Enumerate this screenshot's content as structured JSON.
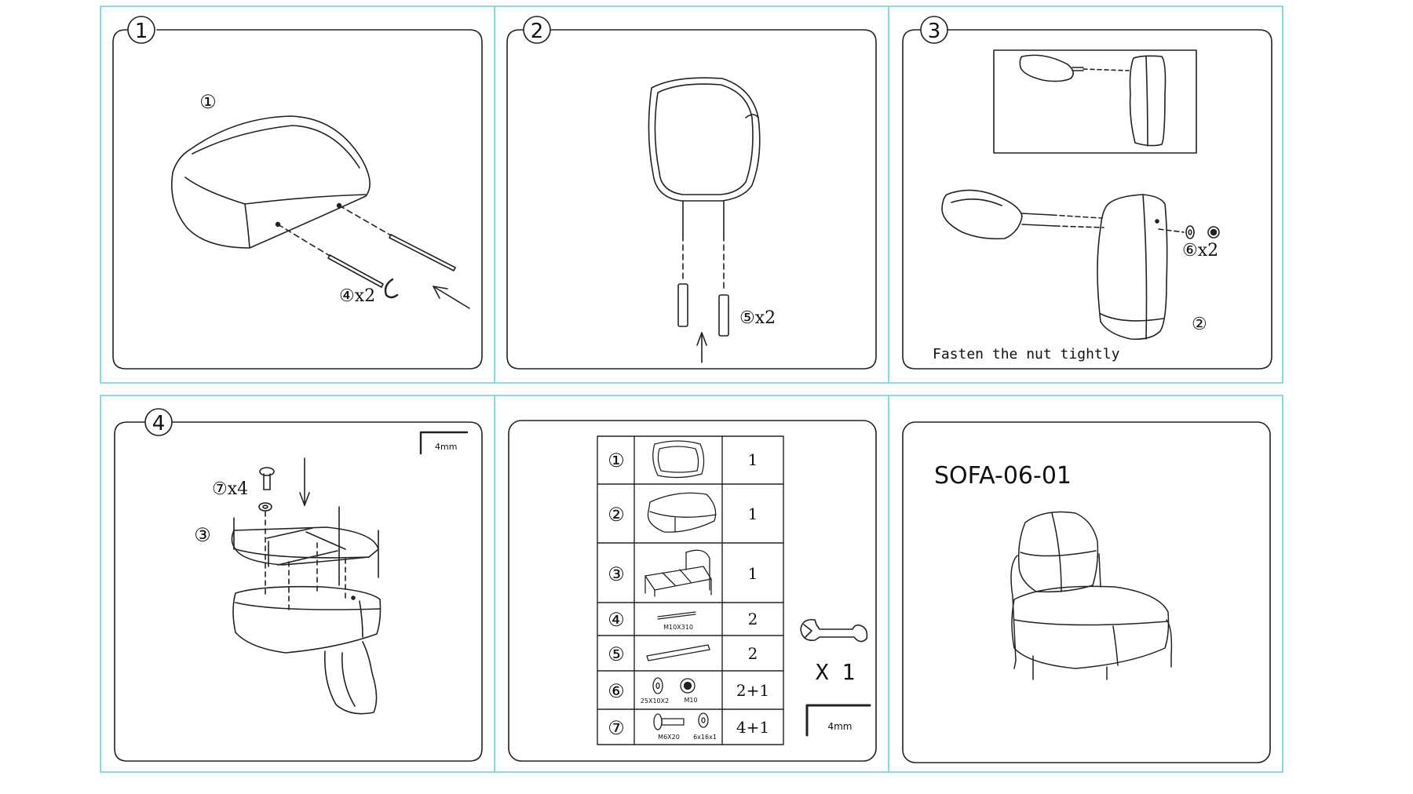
{
  "steps": [
    {
      "number": "1",
      "part_label": "①",
      "hardware_label": "④x2"
    },
    {
      "number": "2",
      "hardware_label": "⑤x2"
    },
    {
      "number": "3",
      "hardware_label": "⑥x2",
      "part_label": "②",
      "instruction": "Fasten the nut tightly"
    },
    {
      "number": "4",
      "hardware_label": "⑦x4",
      "part_label": "③",
      "tool_label": "4mm"
    }
  ],
  "parts_table": {
    "rows": [
      {
        "id": "①",
        "qty": "1"
      },
      {
        "id": "②",
        "qty": "1"
      },
      {
        "id": "③",
        "qty": "1"
      },
      {
        "id": "④",
        "qty": "2",
        "spec": "M10X310"
      },
      {
        "id": "⑤",
        "qty": "2"
      },
      {
        "id": "⑥",
        "qty": "2+1",
        "spec_a": "25X10X2",
        "spec_b": "M10"
      },
      {
        "id": "⑦",
        "qty": "4+1",
        "spec_a": "M6X20",
        "spec_b": "6x16x1"
      }
    ]
  },
  "tools": {
    "wrench_qty": "X 1",
    "allen_key_label": "4mm"
  },
  "product": {
    "model": "SOFA-06-01"
  }
}
